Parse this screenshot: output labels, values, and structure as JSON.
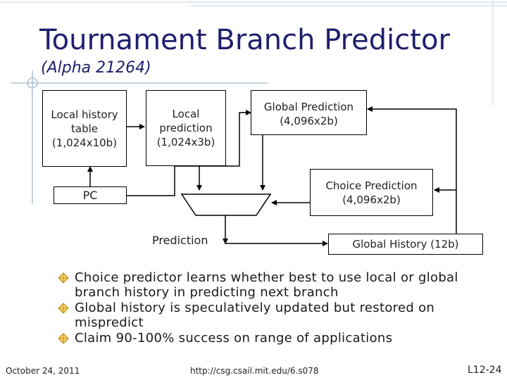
{
  "title": "Tournament Branch Predictor",
  "subtitle": "(Alpha 21264)",
  "blocks": {
    "local_history": "Local history table (1,024x10b)",
    "local_prediction": "Local prediction (1,024x3b)",
    "global_prediction": "Global Prediction (4,096x2b)",
    "choice_prediction": "Choice Prediction (4,096x2b)",
    "pc": "PC",
    "prediction": "Prediction",
    "global_history": "Global History (12b)"
  },
  "bullets": [
    "Choice predictor learns whether best to use local or global branch history in predicting next branch",
    "Global history is speculatively updated but restored on mispredict",
    "Claim 90-100% success on range of applications"
  ],
  "footer": {
    "date": "October 24, 2011",
    "url": "http://csg.csail.mit.edu/6.s078",
    "slide_number": "L12-24"
  },
  "colors": {
    "title": "#1f1f6e",
    "decor": "#9fb6cc",
    "bullet_icon": "#d9a520"
  }
}
